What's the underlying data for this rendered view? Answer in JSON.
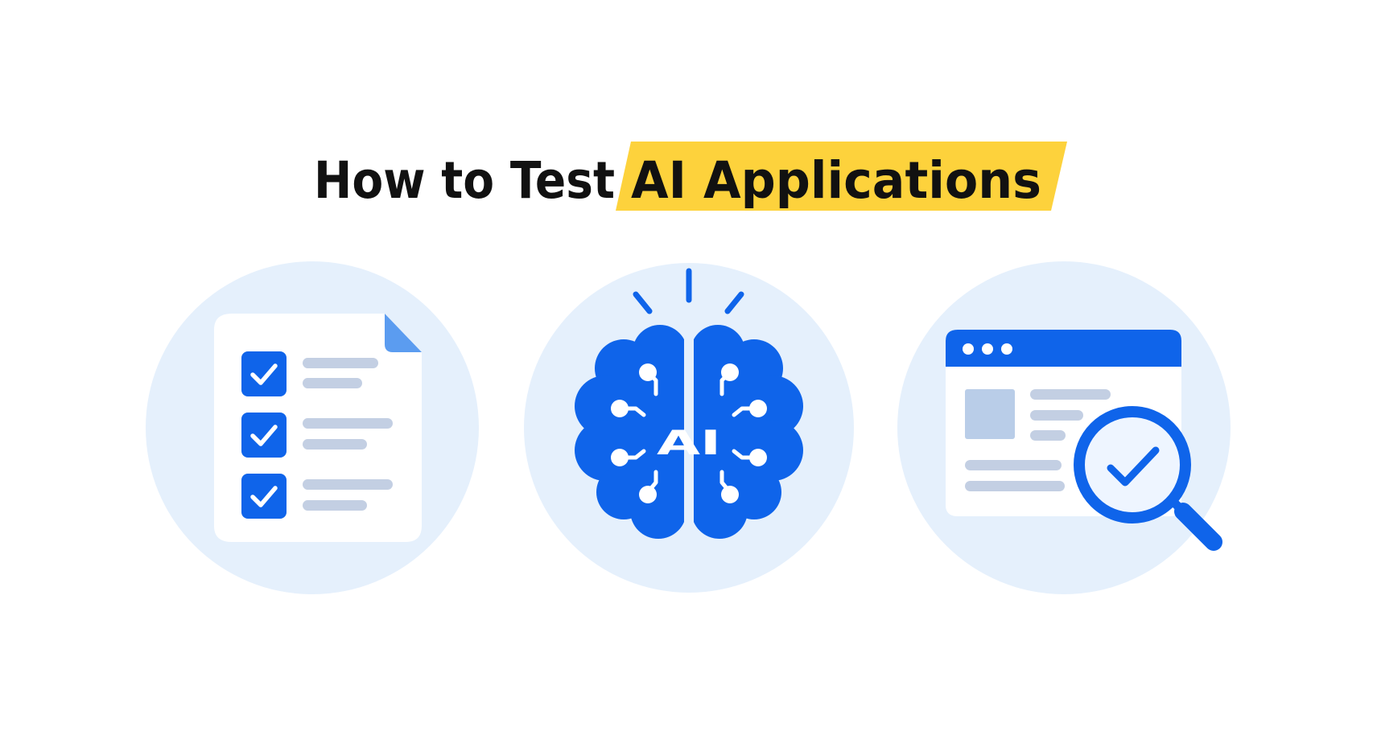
{
  "title": {
    "prefix": "How to Test",
    "highlight": "AI Applications"
  },
  "brain_label": "AI",
  "colors": {
    "primary_blue": "#0f64ea",
    "light_blue": "#5b9cf0",
    "circle_bg": "#e5f0fc",
    "highlight_yellow": "#fdd23c",
    "line_gray": "#c3cfe3",
    "text_dark": "#111111"
  },
  "icons": {
    "left": "checklist-document-icon",
    "center": "ai-brain-icon",
    "right": "browser-magnifier-check-icon"
  }
}
